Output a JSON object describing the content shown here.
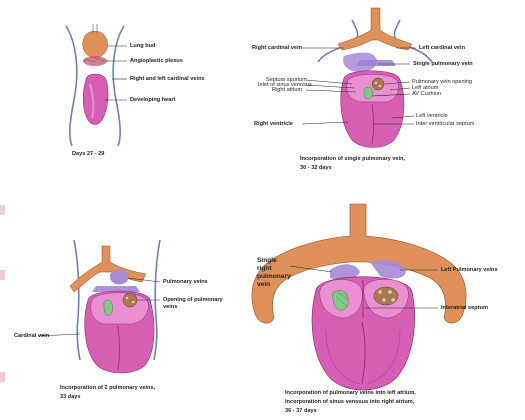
{
  "colors": {
    "lung_bud": "#e0915a",
    "heart": "#d65fb4",
    "heart_light": "#ea8fd2",
    "cardinal_vein": "#6f80a6",
    "pulmonary_vein": "#9b7fd6",
    "venous_tissue": "#a68ad8",
    "cushion_green": "#7fc98a",
    "atrium_brown": "#a97a52"
  },
  "panel1": {
    "labels": {
      "lung_bud": "Lung bud",
      "angioplastic_plexus": "Angioplastic plexus",
      "cardinal_veins": "Right and left cardinal veins",
      "developing_heart": "Developing heart"
    },
    "caption": "Days 27 - 29"
  },
  "panel2": {
    "labels": {
      "right_cardinal_vein": "Right cardinal vein",
      "left_cardinal_vein": "Left cardinal vein",
      "single_pulmonary_vein": "Single pulmonary vein",
      "septum_spurium": "Septum spurium",
      "inlet_sinus_venosus": "Inlet of sinus venosus",
      "right_atrium": "Right atrium",
      "pulmonary_vein_opening": "Pulmonary vein opening",
      "left_atrium": "Left atrium",
      "av_cushion": "AV Cushion",
      "right_ventricle": "Right ventricle",
      "left_ventricle": "Left ventricle",
      "interventricular_septum": "Inter ventricular septum"
    },
    "caption_line1": "Incorporation of single pulmonary vein,",
    "caption_line2": "30 - 32 days"
  },
  "panel3": {
    "labels": {
      "pulmonary_veins": "Pulmonary veins",
      "opening_pulmonary_veins_1": "Opening of pulmonary",
      "opening_pulmonary_veins_2": "veins",
      "cardinal_vein": "Cardinal vein"
    },
    "caption_line1": "Incorporation of 2 pulmonary veins,",
    "caption_line2": "33 days"
  },
  "panel4": {
    "labels": {
      "single_right_1": "Single",
      "single_right_2": "right",
      "single_right_3": "pulmonary",
      "single_right_4": "vein",
      "left_pulmonary_veins": "Left Pulmonary veins",
      "interatrial_septum": "Interatrial septum"
    },
    "caption_line1": "Incorporation of pulmonary veins into left atrium,",
    "caption_line2": "Incorporation of sinus venosus into right atrium,",
    "caption_line3": "36 - 37 days"
  }
}
